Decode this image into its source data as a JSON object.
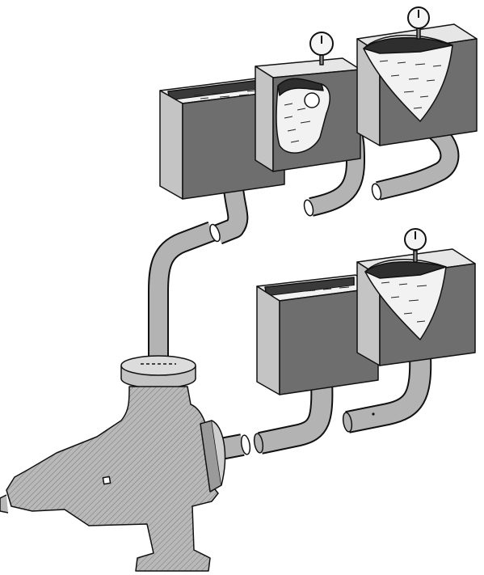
{
  "diagram": {
    "colors": {
      "background": "#ffffff",
      "outline": "#111111",
      "box_front": "#c4c4c4",
      "box_side": "#6e6e6e",
      "box_top": "#e6e6e6",
      "box_inner_wall": "#3a3a3a",
      "liquid": "#f2f2f2",
      "pipe": "#b3b3b3",
      "pump": "#b8b8b8"
    },
    "tanks": [
      {
        "id": "open-tank-top",
        "kind": "open",
        "has_gauge": false,
        "has_float": false
      },
      {
        "id": "closed-tank-float",
        "kind": "closed-cutaway",
        "has_gauge": true,
        "has_float": true
      },
      {
        "id": "closed-tank-cutaway-top-right",
        "kind": "closed-cutaway",
        "has_gauge": true,
        "has_float": false
      },
      {
        "id": "open-tank-bottom",
        "kind": "open",
        "has_gauge": false,
        "has_float": false
      },
      {
        "id": "closed-tank-cutaway-bottom-right",
        "kind": "closed-cutaway",
        "has_gauge": true,
        "has_float": false
      }
    ],
    "pump": {
      "id": "centrifugal-pump",
      "parts": [
        "casing",
        "suction-flange",
        "discharge-flange",
        "shaft"
      ]
    }
  }
}
